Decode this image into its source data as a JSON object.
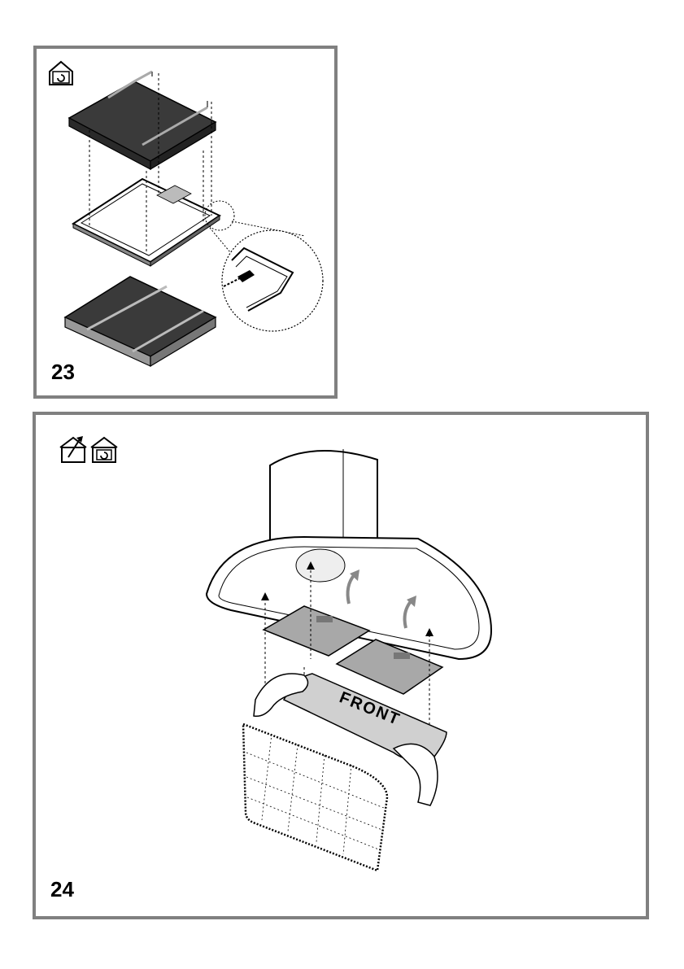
{
  "figures": [
    {
      "step_number": "23",
      "icons": [
        "recirculation-mode-icon"
      ]
    },
    {
      "step_number": "24",
      "icons": [
        "extraction-mode-icon",
        "recirculation-mode-icon"
      ],
      "panel_label": "FRONT"
    }
  ],
  "colors": {
    "frame": "#808080",
    "filter_dark": "#3a3a3a",
    "filter_grey": "#a8a8a8",
    "panel_grey": "#d0d0d0"
  }
}
